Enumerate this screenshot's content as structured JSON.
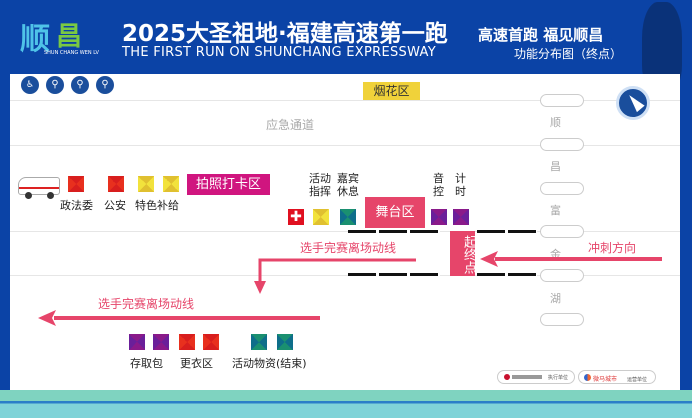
{
  "header": {
    "title": "2025大圣祖地·福建高速第一跑",
    "subtitle": "THE FIRST RUN ON SHUNCHANG EXPRESSWAY",
    "slogan": "高速首跑 福见顺昌",
    "map_name": "功能分布图（终点）",
    "logo_text": "SHUN CHANG WEN LV"
  },
  "map": {
    "fireworks": "烟花区",
    "emergency_lane": "应急通道",
    "road_chars": [
      "顺",
      "昌",
      "富",
      "金",
      "湖"
    ],
    "photo_zone": "拍照打卡区",
    "stage": "舞台区",
    "start_finish": "起终点",
    "sprint_direction": "冲刺方向",
    "exit_route_1": "选手完赛离场动线",
    "exit_route_2": "选手完赛离场动线",
    "labels": {
      "zfw": "政法委",
      "police": "公安",
      "supply": "特色补给",
      "command": "活动指挥",
      "guest": "嘉宾休息",
      "sound": "音控",
      "timing": "计时",
      "bag": "存取包",
      "changing": "更衣区",
      "materials": "活动物资(结束)"
    }
  },
  "footer": {
    "sponsor1_role": "执行单位",
    "sponsor2_name": "微马城市",
    "sponsor2_role": "运营单位"
  },
  "colors": {
    "bg": "#0b43a6",
    "accent": "#e6456a",
    "magenta": "#d0157f",
    "yellow": "#f0d23a"
  }
}
